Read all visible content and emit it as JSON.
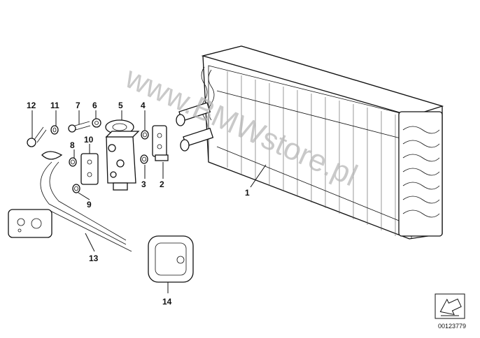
{
  "watermark": "www.BMWstore.pl",
  "reference_number": "00123779",
  "callouts": {
    "c1": "1",
    "c2": "2",
    "c3": "3",
    "c4": "4",
    "c5": "5",
    "c6": "6",
    "c7": "7",
    "c8": "8",
    "c9": "9",
    "c10": "10",
    "c11": "11",
    "c12": "12",
    "c13": "13",
    "c14": "14"
  },
  "icons": {
    "watermark": "diagonal-text",
    "orientation": "arrow-icon"
  }
}
